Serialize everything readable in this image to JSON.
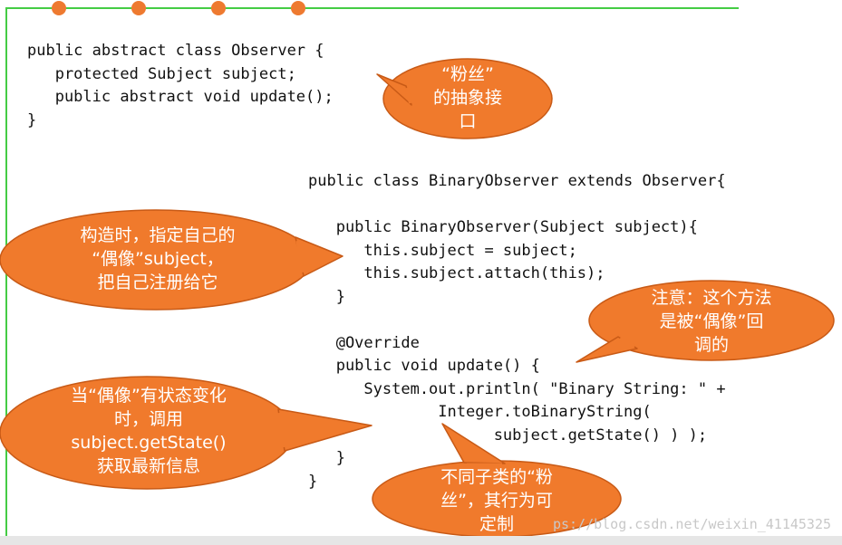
{
  "code": {
    "observer": "public abstract class Observer {\n   protected Subject subject;\n   public abstract void update();\n}",
    "binary_observer": "public class BinaryObserver extends Observer{\n\n   public BinaryObserver(Subject subject){\n      this.subject = subject;\n      this.subject.attach(this);\n   }\n\n   @Override\n   public void update() {\n      System.out.println( \"Binary String: \" +\n              Integer.toBinaryString(\n                    subject.getState() ) );\n   }\n}"
  },
  "callouts": {
    "fan_interface": "“粉丝”\n的抽象接\n口",
    "constructor_note": "构造时，指定自己的\n“偶像”subject，\n把自己注册给它",
    "callback_note": "注意：这个方法\n是被“偶像”回\n调的",
    "state_change_note": "当“偶像”有状态变化\n时，调用\nsubject.getState()\n获取最新信息",
    "customize_note": "不同子类的“粉\n丝”，其行为可\n定制"
  },
  "watermark": "ps://blog.csdn.net/weixin_41145325",
  "colors": {
    "callout_fill": "#f07a2c",
    "callout_stroke": "#c85a16",
    "frame_line": "#44cc44",
    "dot": "#ee7a30"
  }
}
